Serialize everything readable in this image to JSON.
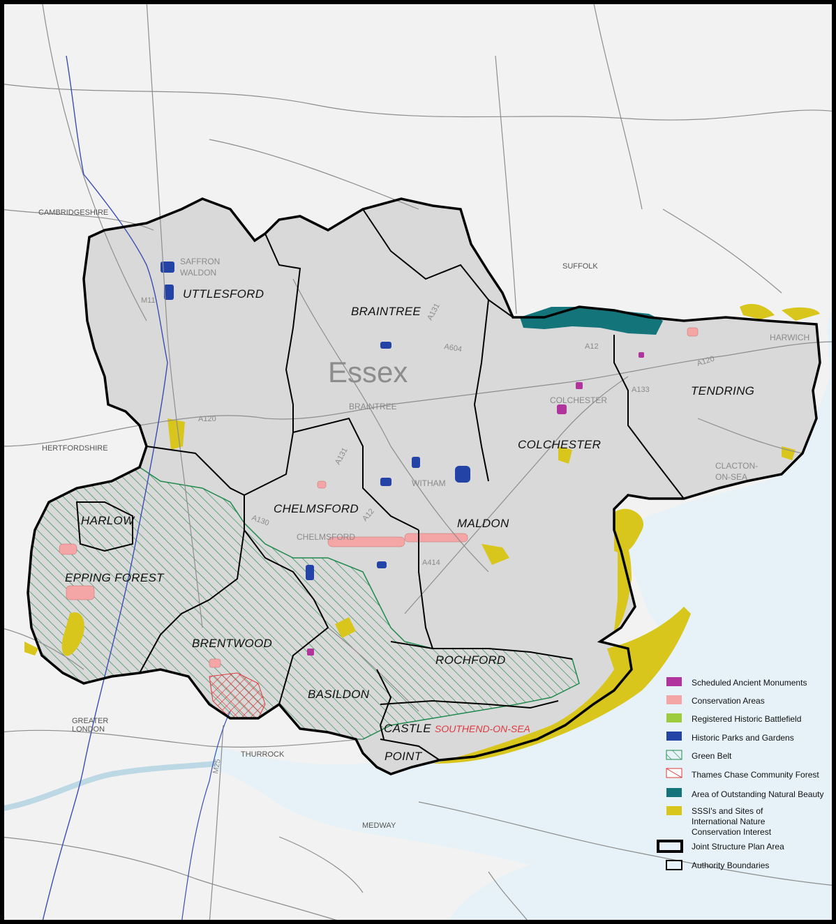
{
  "map": {
    "title": "Essex",
    "districts": [
      {
        "id": "uttlesford",
        "label": "UTTLESFORD"
      },
      {
        "id": "braintree",
        "label": "BRAINTREE"
      },
      {
        "id": "tendring",
        "label": "TENDRING"
      },
      {
        "id": "colchester",
        "label": "COLCHESTER"
      },
      {
        "id": "harlow",
        "label": "HARLOW"
      },
      {
        "id": "chelmsford",
        "label": "CHELMSFORD"
      },
      {
        "id": "maldon",
        "label": "MALDON"
      },
      {
        "id": "epping-forest",
        "label": "EPPING FOREST"
      },
      {
        "id": "brentwood",
        "label": "BRENTWOOD"
      },
      {
        "id": "rochford",
        "label": "ROCHFORD"
      },
      {
        "id": "basildon",
        "label": "BASILDON"
      },
      {
        "id": "castle",
        "label": "CASTLE"
      },
      {
        "id": "point",
        "label": "POINT"
      },
      {
        "id": "southend",
        "label": "SOUTHEND-ON-SEA"
      }
    ],
    "counties": [
      {
        "id": "cambridgeshire",
        "label": "CAMBRIDGESHIRE"
      },
      {
        "id": "suffolk",
        "label": "SUFFOLK"
      },
      {
        "id": "hertfordshire",
        "label": "HERTFORDSHIRE"
      },
      {
        "id": "greater-london-1",
        "label": "GREATER"
      },
      {
        "id": "greater-london-2",
        "label": "LONDON"
      },
      {
        "id": "thurrock",
        "label": "THURROCK"
      },
      {
        "id": "medway",
        "label": "MEDWAY"
      }
    ],
    "towns": [
      {
        "id": "saffron-1",
        "label": "SAFFRON"
      },
      {
        "id": "saffron-2",
        "label": "WALDON"
      },
      {
        "id": "braintree-town",
        "label": "BRAINTREE"
      },
      {
        "id": "colchester-town",
        "label": "COLCHESTER"
      },
      {
        "id": "harwich",
        "label": "HARWICH"
      },
      {
        "id": "clacton-1",
        "label": "CLACTON-"
      },
      {
        "id": "clacton-2",
        "label": "ON-SEA"
      },
      {
        "id": "witham",
        "label": "WITHAM"
      },
      {
        "id": "chelmsford-town",
        "label": "CHELMSFORD"
      }
    ],
    "roads": [
      {
        "id": "m11",
        "label": "M11"
      },
      {
        "id": "a131-north",
        "label": "A131"
      },
      {
        "id": "a604",
        "label": "A604"
      },
      {
        "id": "a12-north",
        "label": "A12"
      },
      {
        "id": "a120-east",
        "label": "A120"
      },
      {
        "id": "a133",
        "label": "A133"
      },
      {
        "id": "a120-west",
        "label": "A120"
      },
      {
        "id": "a131-south",
        "label": "A131"
      },
      {
        "id": "a12-south",
        "label": "A12"
      },
      {
        "id": "a130",
        "label": "A130"
      },
      {
        "id": "a414",
        "label": "A414"
      },
      {
        "id": "m25",
        "label": "M25"
      }
    ]
  },
  "legend": {
    "items": [
      {
        "label": "Scheduled Ancient Monuments",
        "color": "#b1339c"
      },
      {
        "label": "Conservation Areas",
        "color": "#f4a6a6"
      },
      {
        "label": "Registered Historic Battlefield",
        "color": "#9ccb3b"
      },
      {
        "label": "Historic Parks and Gardens",
        "color": "#2443a7"
      },
      {
        "label": "Green Belt",
        "color": "#1f8a4c"
      },
      {
        "label": "Thames Chase Community Forest",
        "color": "#e0393e"
      },
      {
        "label": "Area of Outstanding Natural Beauty",
        "color": "#13757a"
      },
      {
        "label": "SSSI's and Sites of",
        "color": "#d8c61c"
      },
      {
        "label": "International Nature",
        "color": ""
      },
      {
        "label": "Conservation Interest",
        "color": ""
      },
      {
        "label": "Joint Structure Plan Area",
        "color": "#000000"
      },
      {
        "label": "Authority Boundaries",
        "color": "#000000"
      }
    ]
  },
  "colors": {
    "land": "#f2f2f2",
    "essex": "#d9d9d9",
    "sea": "#e6f2f7",
    "roads": "#8d8d8d",
    "rail": "#3b4db0"
  }
}
